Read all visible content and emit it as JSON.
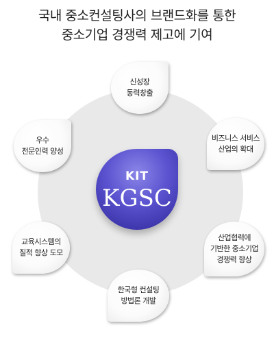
{
  "title": {
    "line1": "국내 중소컨설팅사의 브랜드화를 통한",
    "line2": "중소기업 경쟁력 제고에 기여"
  },
  "center": {
    "top_label": "KIT",
    "main_label": "KGSC"
  },
  "nodes": [
    {
      "label": "신성장\n동력창출"
    },
    {
      "label": "비즈니스 서비스\n산업의 확대"
    },
    {
      "label": "산업협력에\n기반한 중소기업\n경쟁력 향상"
    },
    {
      "label": "한국형 컨설팅\n방법론 개발"
    },
    {
      "label": "교육시스템의\n질적 향상 도모"
    },
    {
      "label": "우수\n전문인력 양성"
    }
  ]
}
